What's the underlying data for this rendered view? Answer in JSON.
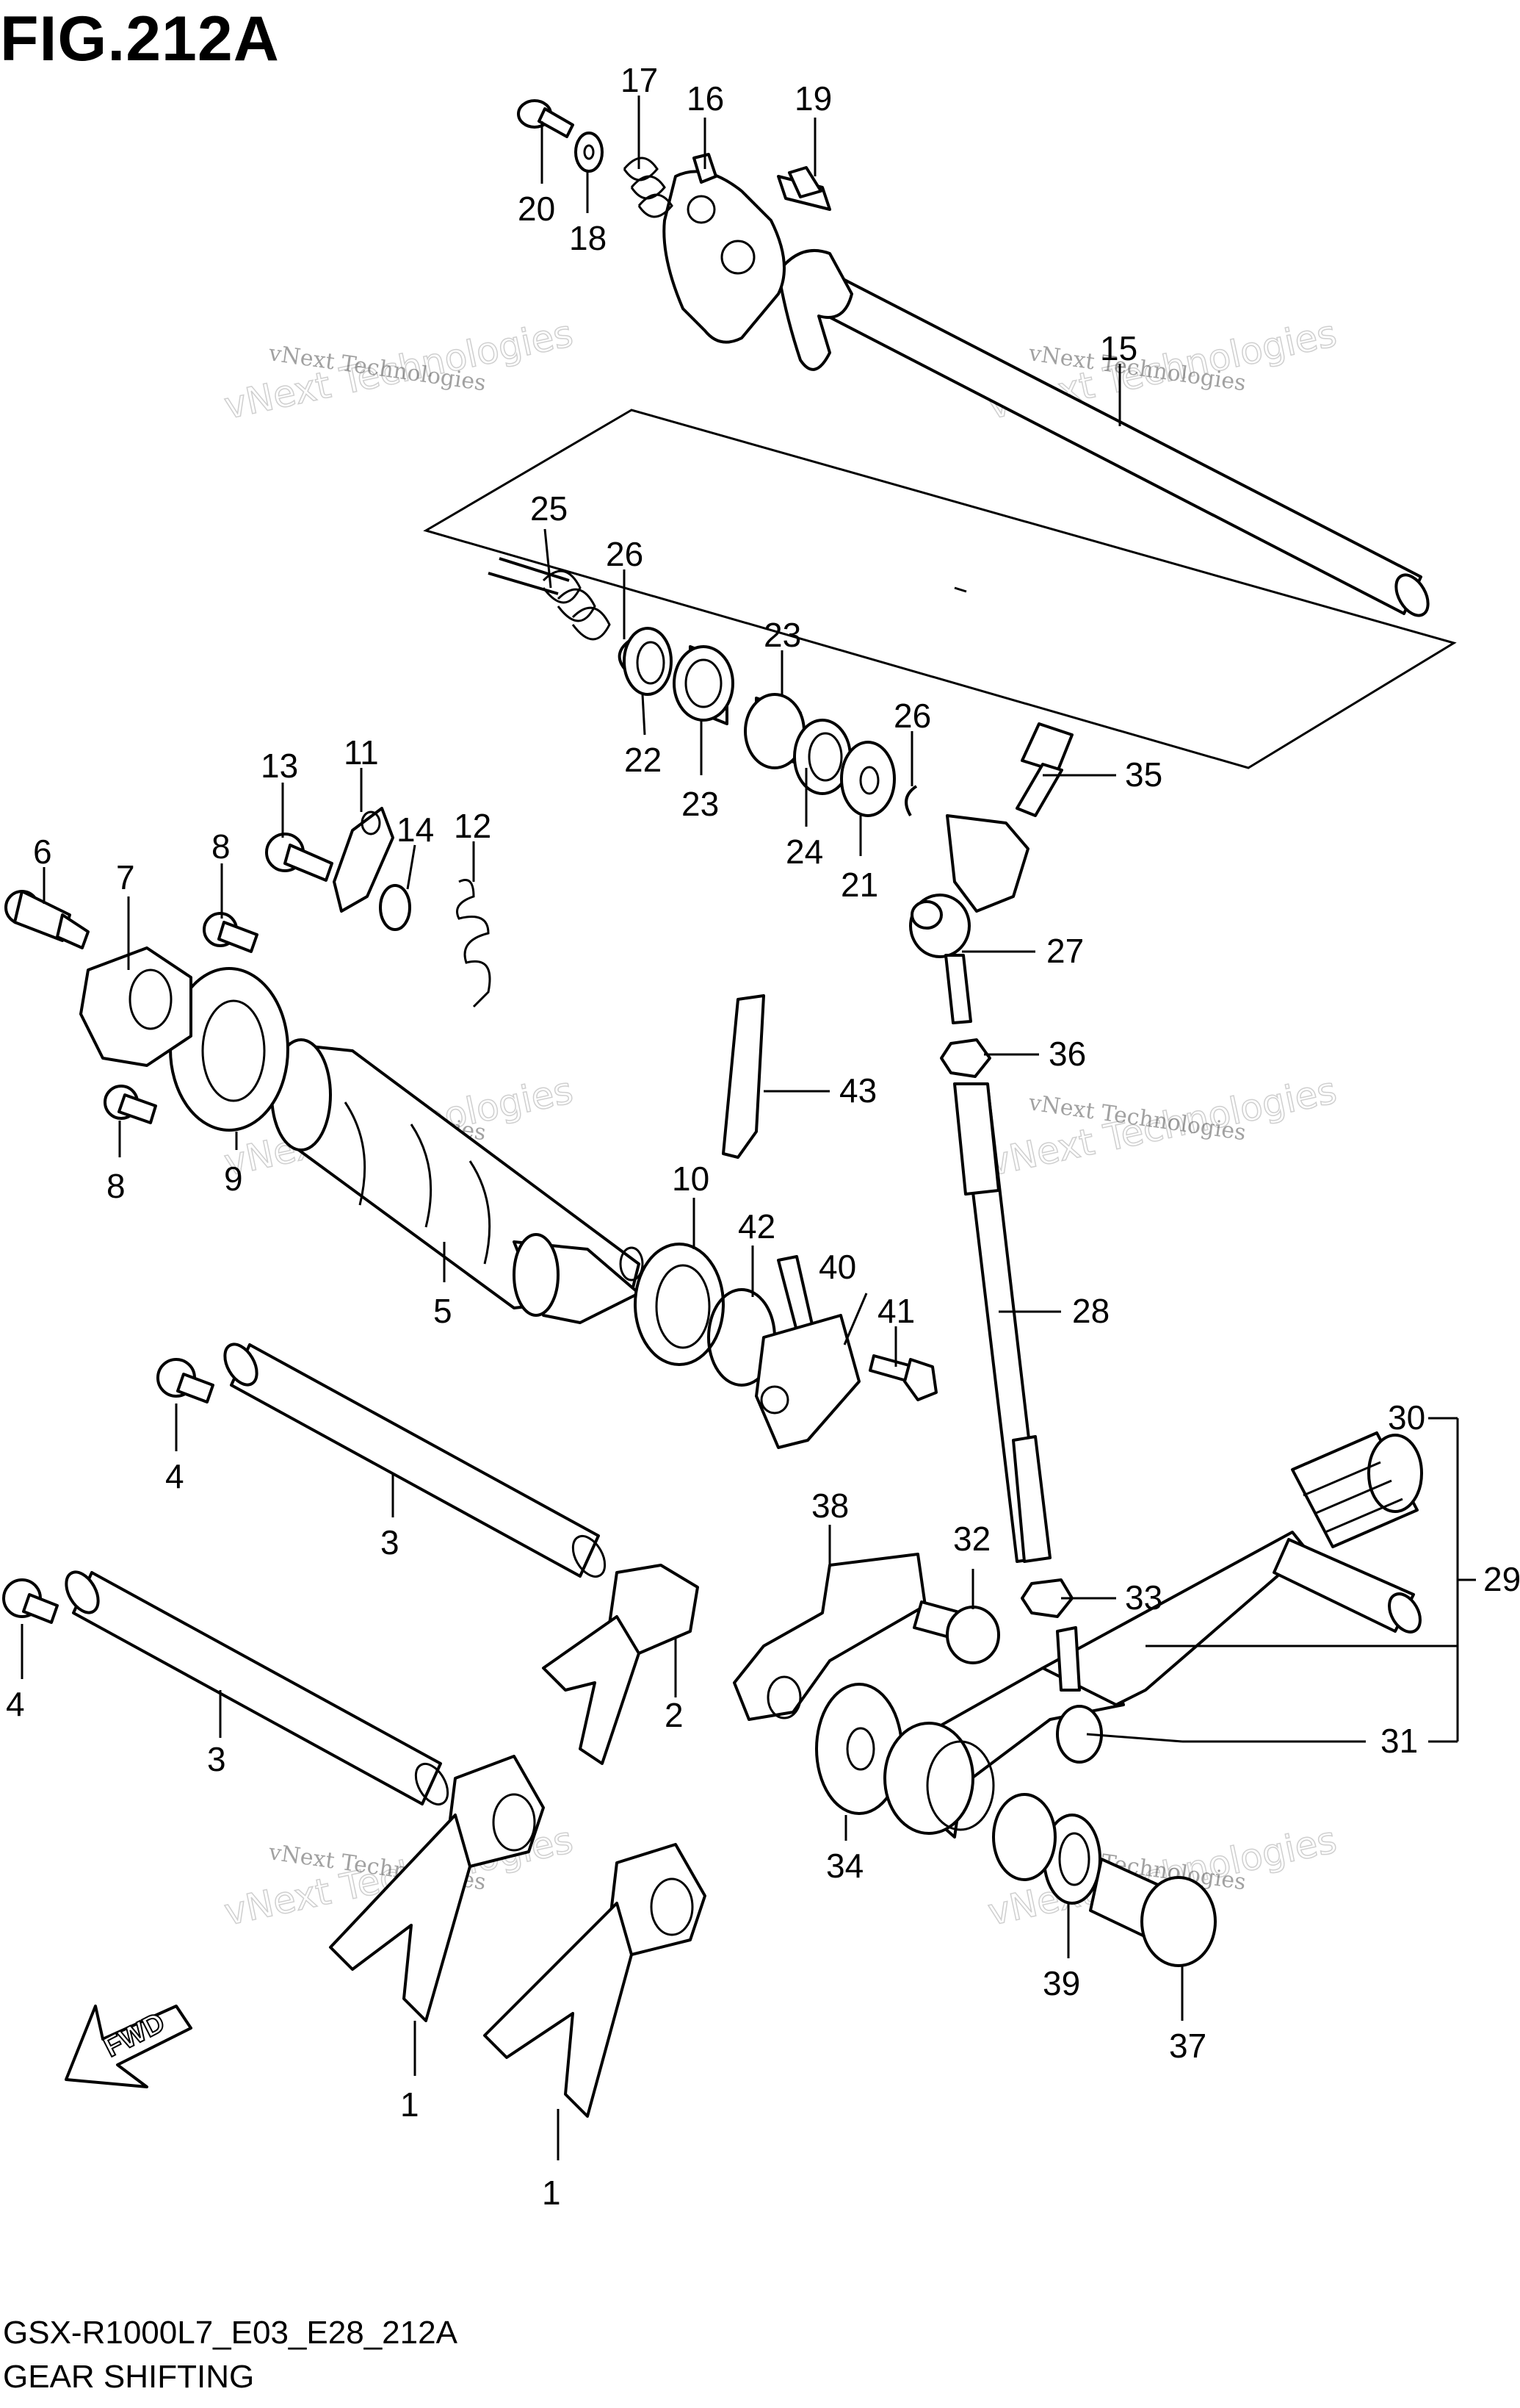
{
  "header": {
    "figure": "FIG.212A"
  },
  "footer": {
    "model_code": "GSX-R1000L7_E03_E28_212A",
    "caption": "GEAR SHIFTING"
  },
  "direction_label": "FWD",
  "watermark": {
    "line1": "vNext Technologies",
    "line2": "vNext Technologies"
  },
  "labels": [
    "1",
    "1",
    "2",
    "3",
    "3",
    "4",
    "4",
    "5",
    "6",
    "7",
    "8",
    "8",
    "9",
    "10",
    "11",
    "12",
    "13",
    "14",
    "15",
    "16",
    "17",
    "18",
    "19",
    "20",
    "21",
    "22",
    "23",
    "23",
    "24",
    "25",
    "26",
    "26",
    "27",
    "28",
    "29",
    "30",
    "31",
    "32",
    "33",
    "34",
    "35",
    "36",
    "37",
    "38",
    "39",
    "40",
    "41",
    "42",
    "43"
  ]
}
